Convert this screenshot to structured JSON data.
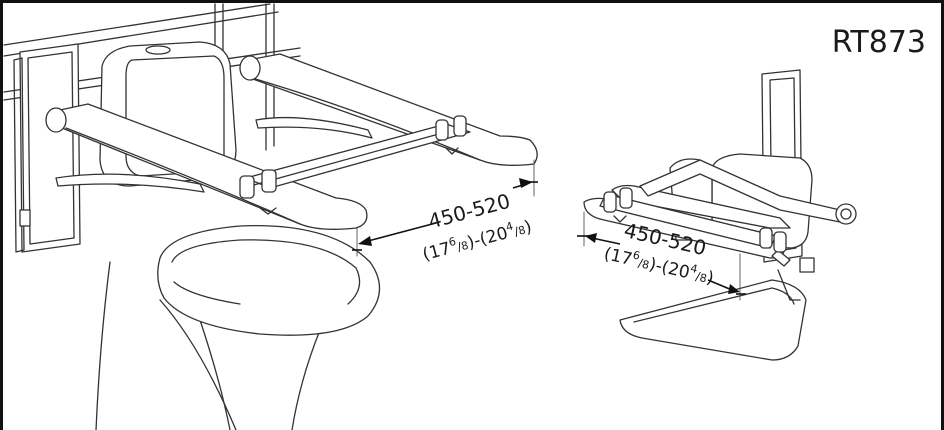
{
  "diagram": {
    "model_code": "RT873",
    "left_dimension": {
      "range": "450-520",
      "imperial": {
        "open": "(17",
        "sup1": "6",
        "slash1": "/",
        "sub1": "8",
        "mid": ")-(20",
        "sup2": "4",
        "slash2": "/",
        "sub2": "8",
        "close": ")"
      }
    },
    "right_dimension": {
      "range": "450-520",
      "imperial": {
        "open": "(17",
        "sup1": "6",
        "slash1": "/",
        "sub1": "8",
        "mid": ")-(20",
        "sup2": "4",
        "slash2": "/",
        "sub2": "8",
        "close": ")"
      }
    }
  }
}
